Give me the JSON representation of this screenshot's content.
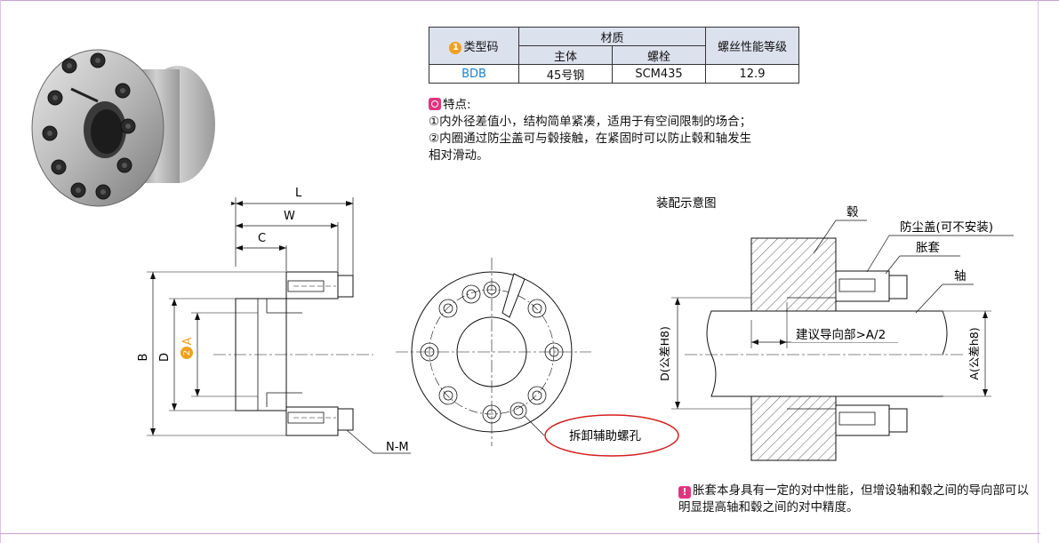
{
  "table": {
    "type_code_num": "1",
    "type_code": "类型码",
    "material": "材质",
    "body": "主体",
    "bolt": "螺栓",
    "grade": "螺丝性能等级",
    "row": {
      "code": "BDB",
      "body": "45号钢",
      "bolt": "SCM435",
      "grade": "12.9"
    }
  },
  "features": {
    "title": "特点:",
    "line1": "①内外径差值小，结构简单紧凑，适用于有空间限制的场合；",
    "line2": "②内圈通过防尘盖可与毂接触，在紧固时可以防止毂和轴发生",
    "line3": "相对滑动。"
  },
  "drawing": {
    "L": "L",
    "W": "W",
    "C": "C",
    "B": "B",
    "D": "D",
    "A_num": "2",
    "A": "A",
    "NM": "N-M",
    "aux_hole": "拆卸辅助螺孔"
  },
  "assembly": {
    "title": "装配示意图",
    "hub": "毂",
    "dust_cover": "防尘盖(可不安装)",
    "sleeve": "胀套",
    "shaft": "轴",
    "guide": "建议导向部>A/2",
    "D_tol": "D(公差H8)",
    "A_tol": "A(公差h8)"
  },
  "note": {
    "icon": "!",
    "text": "胀套本身具有一定的对中性能，但增设轴和毂之间的导向部可以明显提高轴和毂之间的对中精度。"
  },
  "colors": {
    "accent_orange": "#f2a01e",
    "accent_pink": "#e0357f",
    "code_blue": "#1a7fd0",
    "callout_red": "#d42020"
  }
}
